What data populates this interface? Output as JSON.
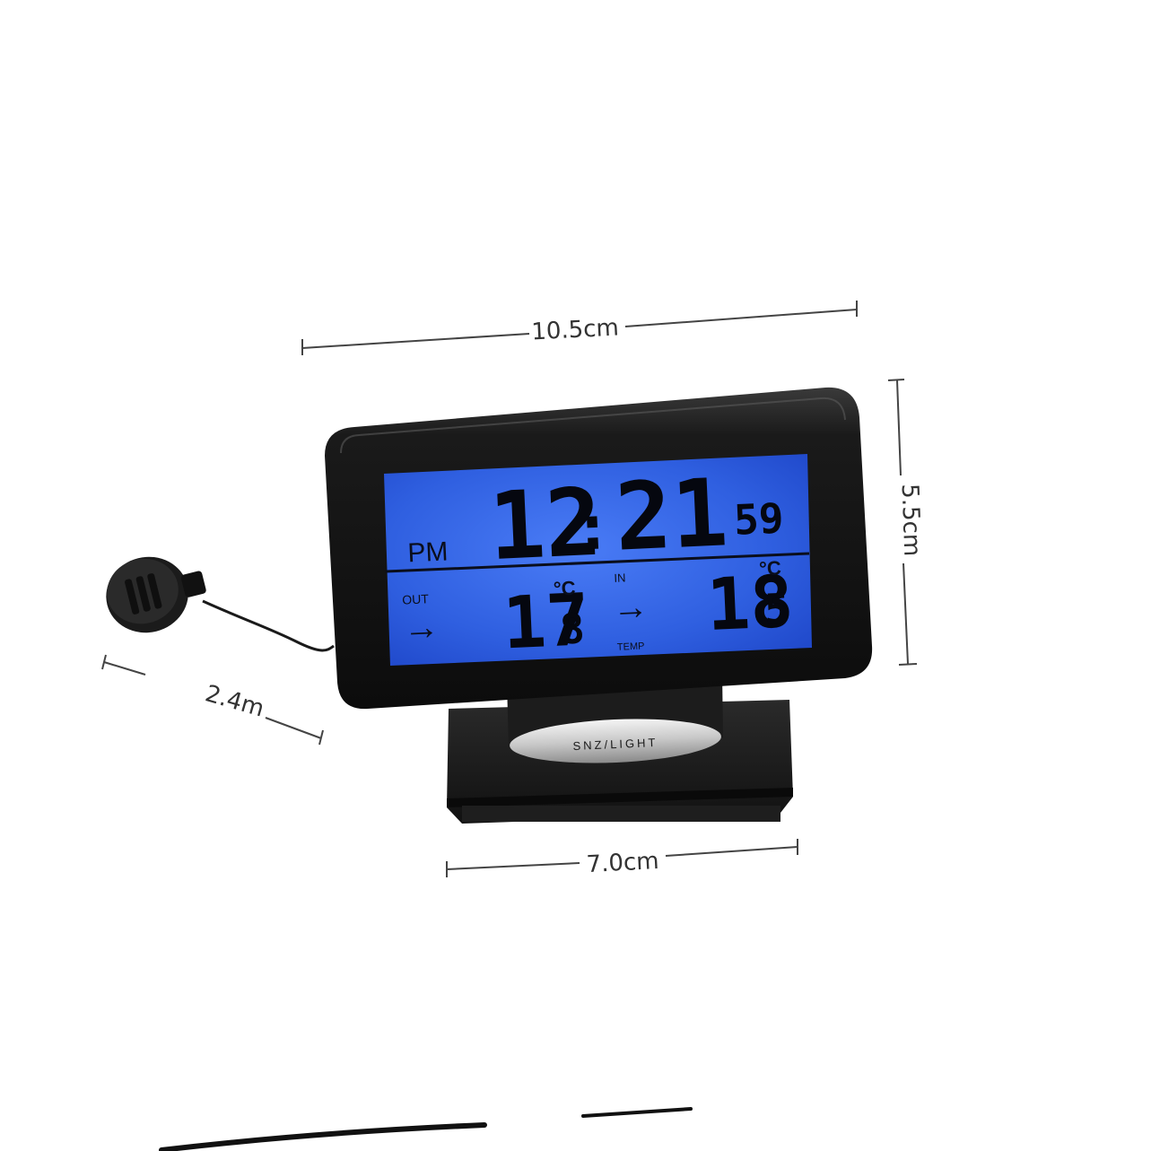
{
  "dimensions": {
    "width_label": "10.5cm",
    "height_label": "5.5cm",
    "base_label": "7.0cm",
    "cable_label": "2.4m"
  },
  "display": {
    "meridiem": "PM",
    "hours": "12",
    "colon": ":",
    "minutes": "21",
    "seconds": "59",
    "out_label": "OUT",
    "out_temp_int": "17",
    "out_temp_dec": "8",
    "in_label": "IN",
    "in_temp_int": "18",
    "in_temp_dec": "5",
    "temp_label": "TEMP",
    "unit": "°C",
    "arrow": "→"
  },
  "stand": {
    "button_label": "SNZ/LIGHT"
  },
  "colors": {
    "lcd_backlight": "#2f5fe0",
    "bezel": "#141414",
    "digits": "#05070f"
  }
}
